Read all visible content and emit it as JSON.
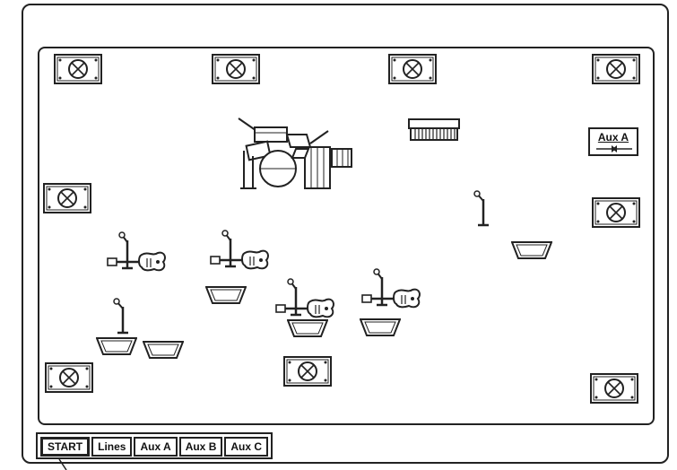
{
  "toolbar": {
    "tabs": [
      {
        "label": "START"
      },
      {
        "label": "Lines"
      },
      {
        "label": "Aux A"
      },
      {
        "label": "Aux B"
      },
      {
        "label": "Aux C"
      }
    ]
  },
  "stage": {
    "aux_box_label": "Aux A"
  },
  "icons": {
    "speaker": "speaker-cabinet-icon",
    "monitor": "floor-monitor-wedge-icon",
    "mic": "microphone-stand-icon",
    "guitar": "electric-guitar-icon",
    "drums": "drum-kit-icon",
    "keyboard": "keyboard-icon"
  }
}
